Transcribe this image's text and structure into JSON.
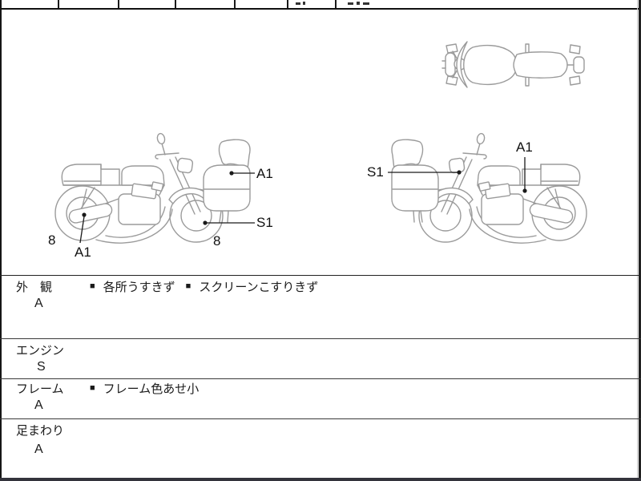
{
  "colors": {
    "drawing_line": "#9b9b9b",
    "annotation": "#1a1a1a",
    "footer_bar": "#33333b"
  },
  "note_marker": "■",
  "condition_rows": [
    {
      "label": "外　観",
      "grade": "A",
      "notes": [
        "各所うすきず",
        "スクリーンこすりきず"
      ]
    },
    {
      "label": "エンジン",
      "grade": "S",
      "notes": []
    },
    {
      "label": "フレーム",
      "grade": "A",
      "notes": [
        "フレーム色あせ小"
      ]
    },
    {
      "label": "足まわり",
      "grade": "A",
      "notes": []
    }
  ],
  "diagram": {
    "labels": {
      "left_rear_grade": "8",
      "left_muffler": "A1",
      "left_screen": "A1",
      "left_front_wheel": "S1",
      "left_front_grade": "8",
      "right_screen": "S1",
      "right_side_cover": "A1"
    }
  }
}
